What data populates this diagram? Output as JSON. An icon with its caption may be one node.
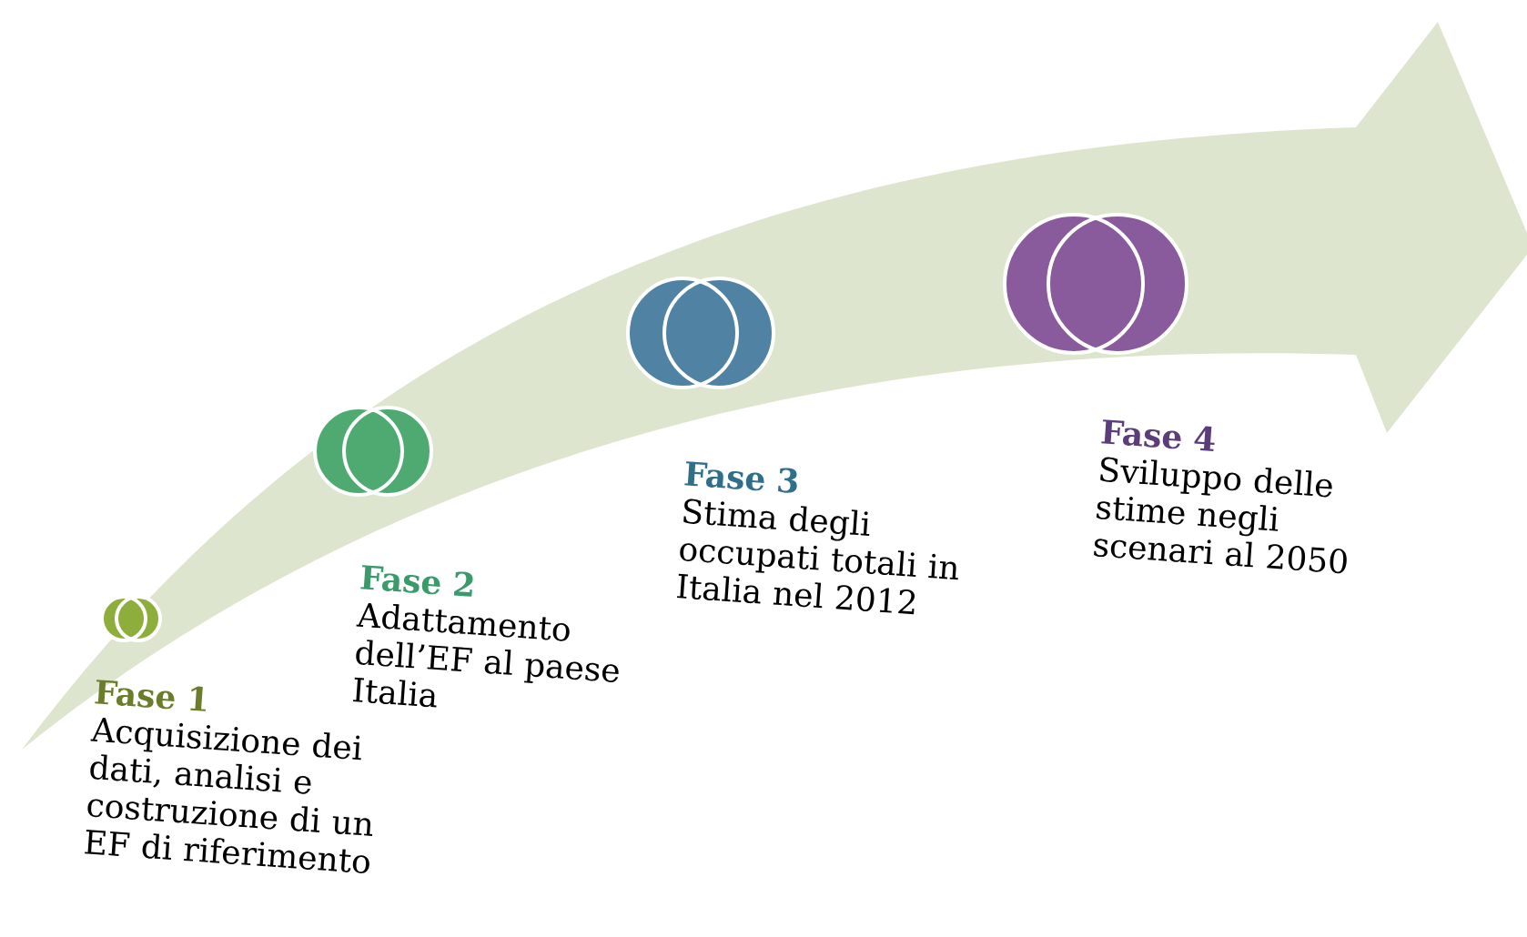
{
  "diagram": {
    "nodes": [
      {
        "text": [
          "Fase 1",
          "Acquisizione dei dati, analisi e costruzione di un EF di riferimento"
        ]
      },
      {
        "text": [
          "Fase 2",
          "Adattamento dell’EF al paese Italia"
        ]
      },
      {
        "text": [
          "Fase 3",
          "Stima degli occupati totali in Italia nel 2012"
        ]
      },
      {
        "text": [
          "Fase 4",
          "Sviluppo delle stime negli scenari al 2050"
        ]
      }
    ]
  }
}
